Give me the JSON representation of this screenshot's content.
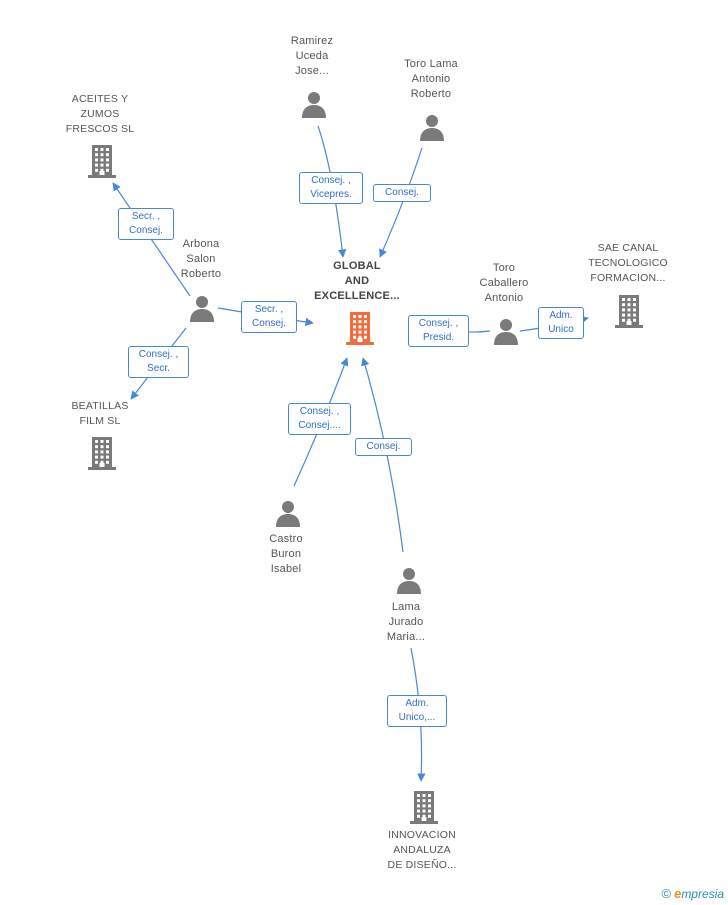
{
  "colors": {
    "edge": "#4a86d8",
    "person_icon": "#7a7a7a",
    "company_icon": "#7a7a7a",
    "focus_company_icon": "#f26b3a"
  },
  "nodes": {
    "global": {
      "lines": [
        "GLOBAL",
        "AND",
        "EXCELLENCE..."
      ],
      "type": "focus-company"
    },
    "ramirez": {
      "lines": [
        "Ramirez",
        "Uceda",
        "Jose..."
      ],
      "type": "person"
    },
    "toro_lama": {
      "lines": [
        "Toro Lama",
        "Antonio",
        "Roberto"
      ],
      "type": "person"
    },
    "aceites": {
      "lines": [
        "ACEITES Y",
        "ZUMOS",
        "FRESCOS SL"
      ],
      "type": "company"
    },
    "arbona": {
      "lines": [
        "Arbona",
        "Salon",
        "Roberto"
      ],
      "type": "person"
    },
    "beatillas": {
      "lines": [
        "BEATILLAS",
        "FILM SL"
      ],
      "type": "company"
    },
    "toro_caballero": {
      "lines": [
        "Toro",
        "Caballero",
        "Antonio"
      ],
      "type": "person"
    },
    "sae": {
      "lines": [
        "SAE CANAL",
        "TECNOLOGICO",
        "FORMACION..."
      ],
      "type": "company"
    },
    "castro": {
      "lines": [
        "Castro",
        "Buron",
        "Isabel"
      ],
      "type": "person"
    },
    "lama": {
      "lines": [
        "Lama",
        "Jurado",
        "Maria..."
      ],
      "type": "person"
    },
    "innovacion": {
      "lines": [
        "INNOVACION",
        "ANDALUZA",
        "DE DISEÑO..."
      ],
      "type": "company"
    }
  },
  "edges": {
    "ramirez_global": {
      "lines": [
        "Consej. ,",
        "Vicepres."
      ]
    },
    "toro_lama_global": {
      "lines": [
        "Consej."
      ]
    },
    "arbona_aceites": {
      "lines": [
        "Secr. ,",
        "Consej."
      ]
    },
    "arbona_global": {
      "lines": [
        "Secr. ,",
        "Consej."
      ]
    },
    "arbona_beatillas": {
      "lines": [
        "Consej. ,",
        "Secr."
      ]
    },
    "toro_caballero_global": {
      "lines": [
        "Consej. ,",
        "Presid."
      ]
    },
    "toro_caballero_sae": {
      "lines": [
        "Adm.",
        "Unico"
      ]
    },
    "castro_global": {
      "lines": [
        "Consej. ,",
        "Consej...."
      ]
    },
    "lama_global": {
      "lines": [
        "Consej."
      ]
    },
    "lama_innovacion": {
      "lines": [
        "Adm.",
        "Unico,..."
      ]
    }
  },
  "footer": {
    "copyright": "©",
    "brand_initial": "e",
    "brand_rest": "mpresia"
  }
}
